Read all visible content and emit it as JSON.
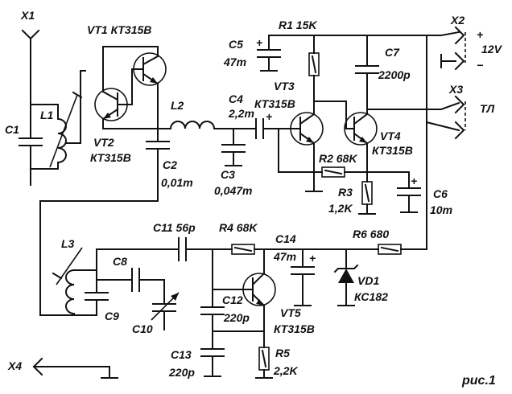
{
  "figure_caption": "рис.1",
  "connectors": {
    "x1": "X1",
    "x2": "X2",
    "x3": "X3",
    "x4": "X4"
  },
  "terminals": {
    "plus": "+",
    "minus": "−",
    "voltage": "12V",
    "tl": "ТЛ"
  },
  "transistors": {
    "vt1": {
      "name": "VT1",
      "type": "КТ315В"
    },
    "vt2": {
      "name": "VT2",
      "type": "КТ315В"
    },
    "vt3": {
      "name": "VT3",
      "type": "КТ315В"
    },
    "vt4": {
      "name": "VT4",
      "type": "КТ315В"
    },
    "vt5": {
      "name": "VT5",
      "type": "КТ315В"
    }
  },
  "inductors": {
    "l1": "L1",
    "l2": "L2",
    "l3": "L3"
  },
  "capacitors": {
    "c1": {
      "name": "C1",
      "value": ""
    },
    "c2": {
      "name": "C2",
      "value": "0,01m"
    },
    "c3": {
      "name": "C3",
      "value": "0,047m"
    },
    "c4": {
      "name": "C4",
      "value": "2,2m"
    },
    "c5": {
      "name": "C5",
      "value": "47m"
    },
    "c6": {
      "name": "C6",
      "value": "10m"
    },
    "c7": {
      "name": "C7",
      "value": "2200p"
    },
    "c8": {
      "name": "C8",
      "value": ""
    },
    "c9": {
      "name": "C9",
      "value": ""
    },
    "c10": {
      "name": "C10",
      "value": ""
    },
    "c11": {
      "name": "C11",
      "value": "56p"
    },
    "c12": {
      "name": "C12",
      "value": "220p"
    },
    "c13": {
      "name": "C13",
      "value": "220p"
    },
    "c14": {
      "name": "C14",
      "value": "47m"
    }
  },
  "resistors": {
    "r1": {
      "name": "R1",
      "value": "15K"
    },
    "r2": {
      "name": "R2",
      "value": "68K"
    },
    "r3": {
      "name": "R3",
      "value": "1,2K"
    },
    "r4": {
      "name": "R4",
      "value": "68K"
    },
    "r5": {
      "name": "R5",
      "value": "2,2K"
    },
    "r6": {
      "name": "R6",
      "value": "680"
    }
  },
  "diodes": {
    "vd1": {
      "name": "VD1",
      "type": "КС182"
    }
  }
}
